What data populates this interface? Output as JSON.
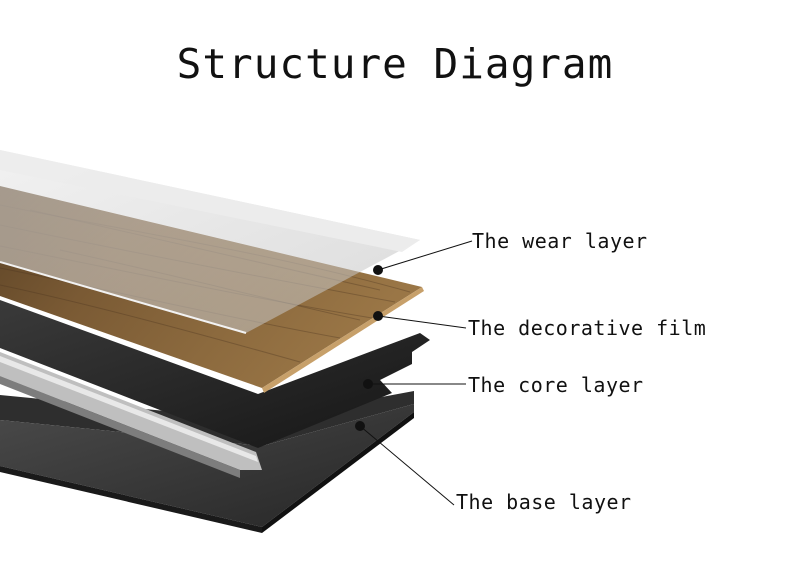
{
  "title": "Structure Diagram",
  "layers": [
    {
      "id": "wear",
      "label": "The wear layer",
      "color": "#d9d9d9"
    },
    {
      "id": "film",
      "label": "The decorative film",
      "color": "#7a5a33"
    },
    {
      "id": "core",
      "label": "The core layer",
      "color": "#2a2a2a"
    },
    {
      "id": "base",
      "label": "The base layer",
      "color": "#3a3a3a"
    }
  ]
}
